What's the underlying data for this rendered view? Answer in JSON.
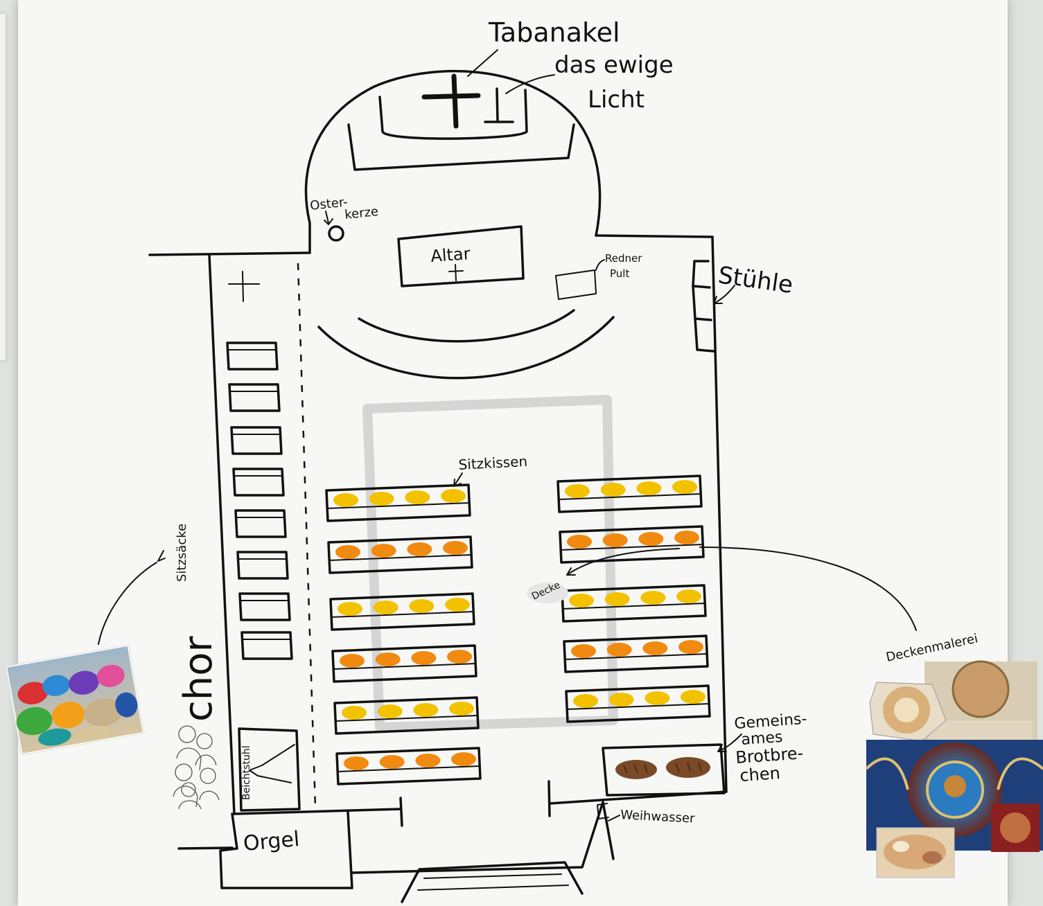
{
  "labels": {
    "tabernakel": "Tabanakel",
    "ewiges_licht_1": "das ewige",
    "ewiges_licht_2": "Licht",
    "osterkerze_1": "Oster-",
    "osterkerze_2": "kerze",
    "altar": "Altar",
    "rednerpult_1": "Redner",
    "rednerpult_2": "Pult",
    "stuehle": "Stühle",
    "sitzkissen": "Sitzkissen",
    "decke": "Decke",
    "sitzsaecke": "Sitzsäcke",
    "chor": "chor",
    "beichtstuhl": "Beichtstuhl",
    "orgel": "Orgel",
    "weihwasser": "Weihwasser",
    "brotbrechen_1": "Gemeins-",
    "brotbrechen_2": "ames",
    "brotbrechen_3": "Brotbre-",
    "brotbrechen_4": "chen",
    "deckenmalerei": "Deckenmalerei"
  },
  "colors": {
    "ink": "#111111",
    "cushion_yellow": "#f2c200",
    "cushion_orange": "#f08a10",
    "bread": "#7a4a28",
    "carpet": "#cfcfcf"
  },
  "icons": {
    "cross": "cross-icon",
    "candle": "candle-icon"
  },
  "pews": {
    "left_rows": [
      "yellow",
      "orange",
      "yellow",
      "orange",
      "yellow",
      "orange"
    ],
    "right_rows": [
      "yellow",
      "orange",
      "yellow",
      "orange",
      "yellow"
    ],
    "cushions_per_pew": 4
  }
}
